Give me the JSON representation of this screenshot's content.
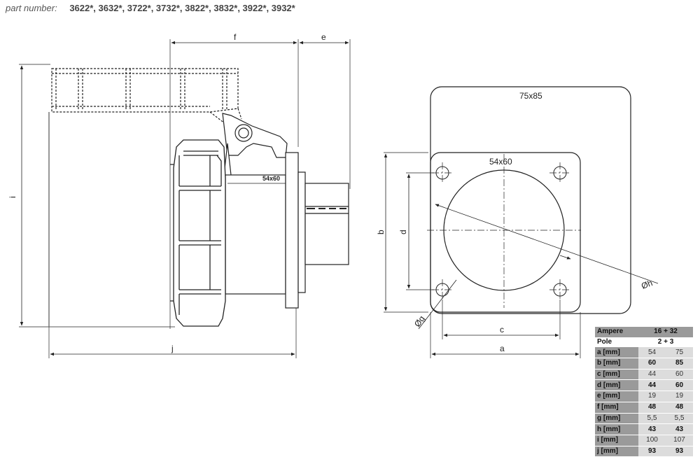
{
  "header": {
    "label": "part number:",
    "parts": "3622*, 3632*, 3722*, 3732*, 3822*, 3832*, 3922*, 3932*"
  },
  "drawing": {
    "side_view": {
      "dim_f": "f",
      "dim_e": "e",
      "dim_i": "i",
      "dim_j": "j",
      "label_cutout": "54x60"
    },
    "front_view": {
      "outer_label": "75x85",
      "inner_label": "54x60",
      "dim_a": "a",
      "dim_b": "b",
      "dim_c": "c",
      "dim_d": "d",
      "dim_g": "Øg",
      "dim_h": "Øh"
    }
  },
  "spec_table": {
    "header": {
      "label": "Ampere",
      "value": "16 + 32"
    },
    "pole": {
      "label": "Pole",
      "value": "2 + 3"
    },
    "rows": [
      {
        "label": "a [mm]",
        "v1": "54",
        "v2": "75",
        "bold": false
      },
      {
        "label": "b [mm]",
        "v1": "60",
        "v2": "85",
        "bold": true
      },
      {
        "label": "c [mm]",
        "v1": "44",
        "v2": "60",
        "bold": false
      },
      {
        "label": "d [mm]",
        "v1": "44",
        "v2": "60",
        "bold": true
      },
      {
        "label": "e [mm]",
        "v1": "19",
        "v2": "19",
        "bold": false
      },
      {
        "label": "f [mm]",
        "v1": "48",
        "v2": "48",
        "bold": true
      },
      {
        "label": "g [mm]",
        "v1": "5,5",
        "v2": "5,5",
        "bold": false
      },
      {
        "label": "h [mm]",
        "v1": "43",
        "v2": "43",
        "bold": true
      },
      {
        "label": "i [mm]",
        "v1": "100",
        "v2": "107",
        "bold": false
      },
      {
        "label": "j [mm]",
        "v1": "93",
        "v2": "93",
        "bold": true
      }
    ]
  }
}
